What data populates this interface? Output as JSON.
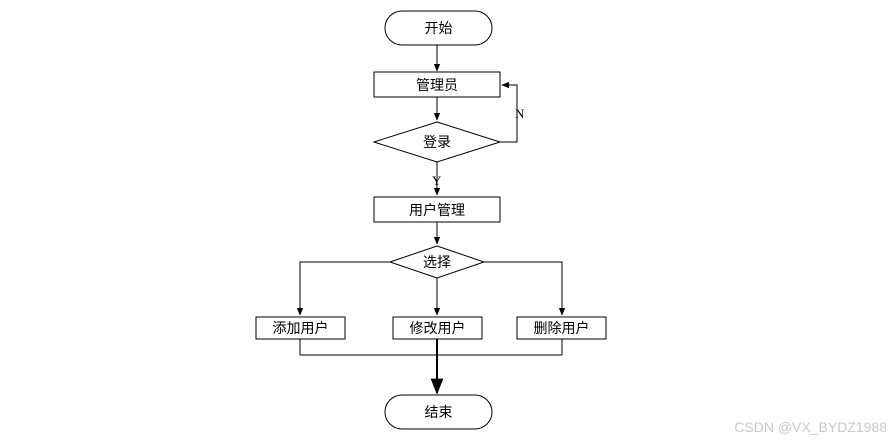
{
  "nodes": {
    "start": "开始",
    "admin": "管理员",
    "login": "登录",
    "user_manage": "用户管理",
    "choose": "选择",
    "add_user": "添加用户",
    "edit_user": "修改用户",
    "delete_user": "删除用户",
    "end": "结束"
  },
  "edge_labels": {
    "no": "N",
    "yes": "Y"
  },
  "watermark": "CSDN @VX_BYDZ1988",
  "colors": {
    "stroke": "#000000",
    "fill": "#ffffff",
    "watermark": "#c8c8c8"
  }
}
